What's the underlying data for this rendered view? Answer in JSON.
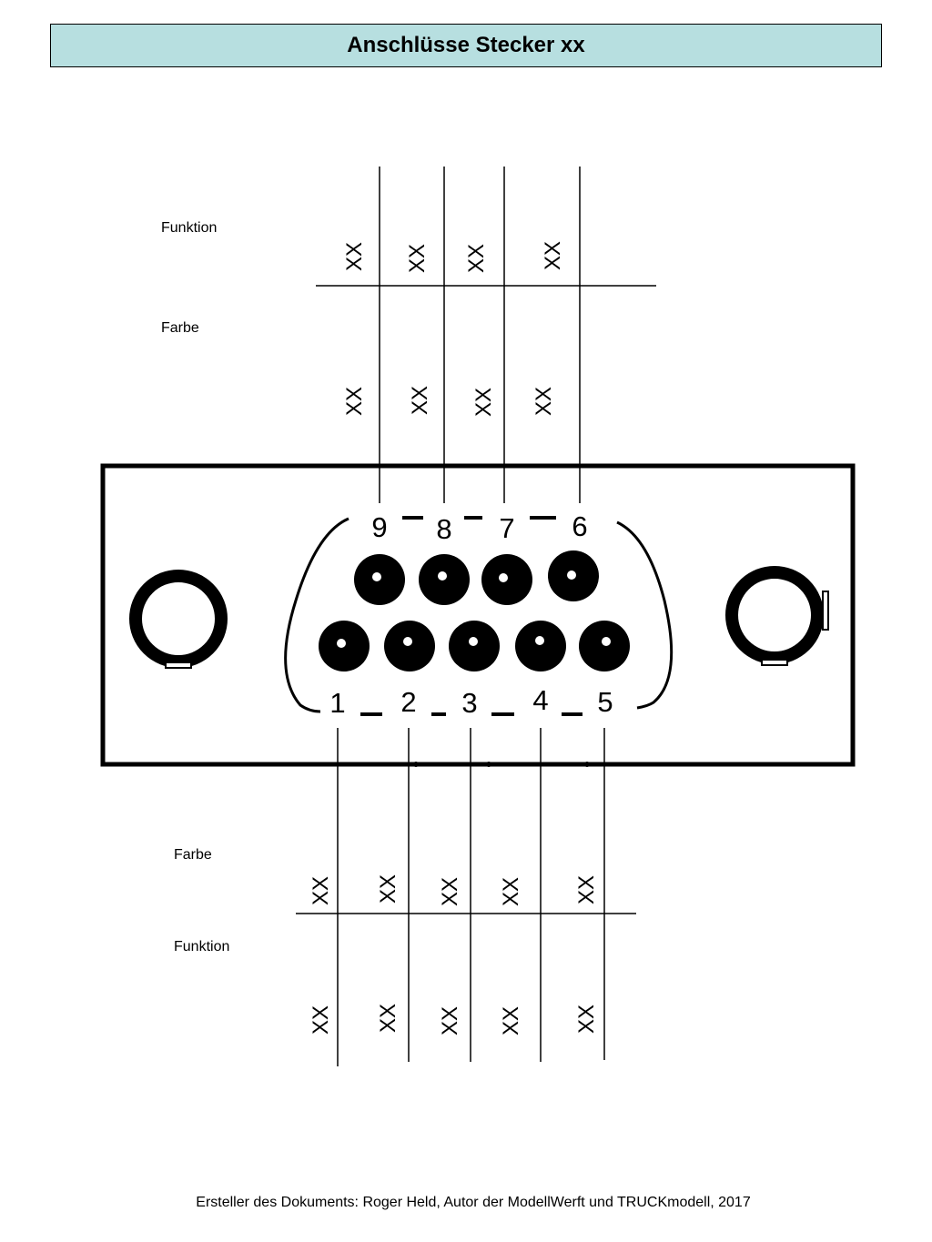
{
  "title": "Anschlüsse Stecker xx",
  "labels": {
    "funktion_top": "Funktion",
    "farbe_top": "Farbe",
    "farbe_bottom": "Farbe",
    "funktion_bottom": "Funktion"
  },
  "top_pins": [
    {
      "number": "9",
      "funktion": "XX",
      "farbe": "XX"
    },
    {
      "number": "8",
      "funktion": "XX",
      "farbe": "XX"
    },
    {
      "number": "7",
      "funktion": "XX",
      "farbe": "XX"
    },
    {
      "number": "6",
      "funktion": "XX",
      "farbe": "XX"
    }
  ],
  "bottom_pins": [
    {
      "number": "1",
      "farbe": "XX",
      "funktion": "XX"
    },
    {
      "number": "2",
      "farbe": "XX",
      "funktion": "XX"
    },
    {
      "number": "3",
      "farbe": "XX",
      "funktion": "XX"
    },
    {
      "number": "4",
      "farbe": "XX",
      "funktion": "XX"
    },
    {
      "number": "5",
      "farbe": "XX",
      "funktion": "XX"
    }
  ],
  "footer": "Ersteller des Dokuments: Roger Held, Autor der ModellWerft und TRUCKmodell, 2017",
  "colors": {
    "title_background": "#b7dfe0"
  }
}
